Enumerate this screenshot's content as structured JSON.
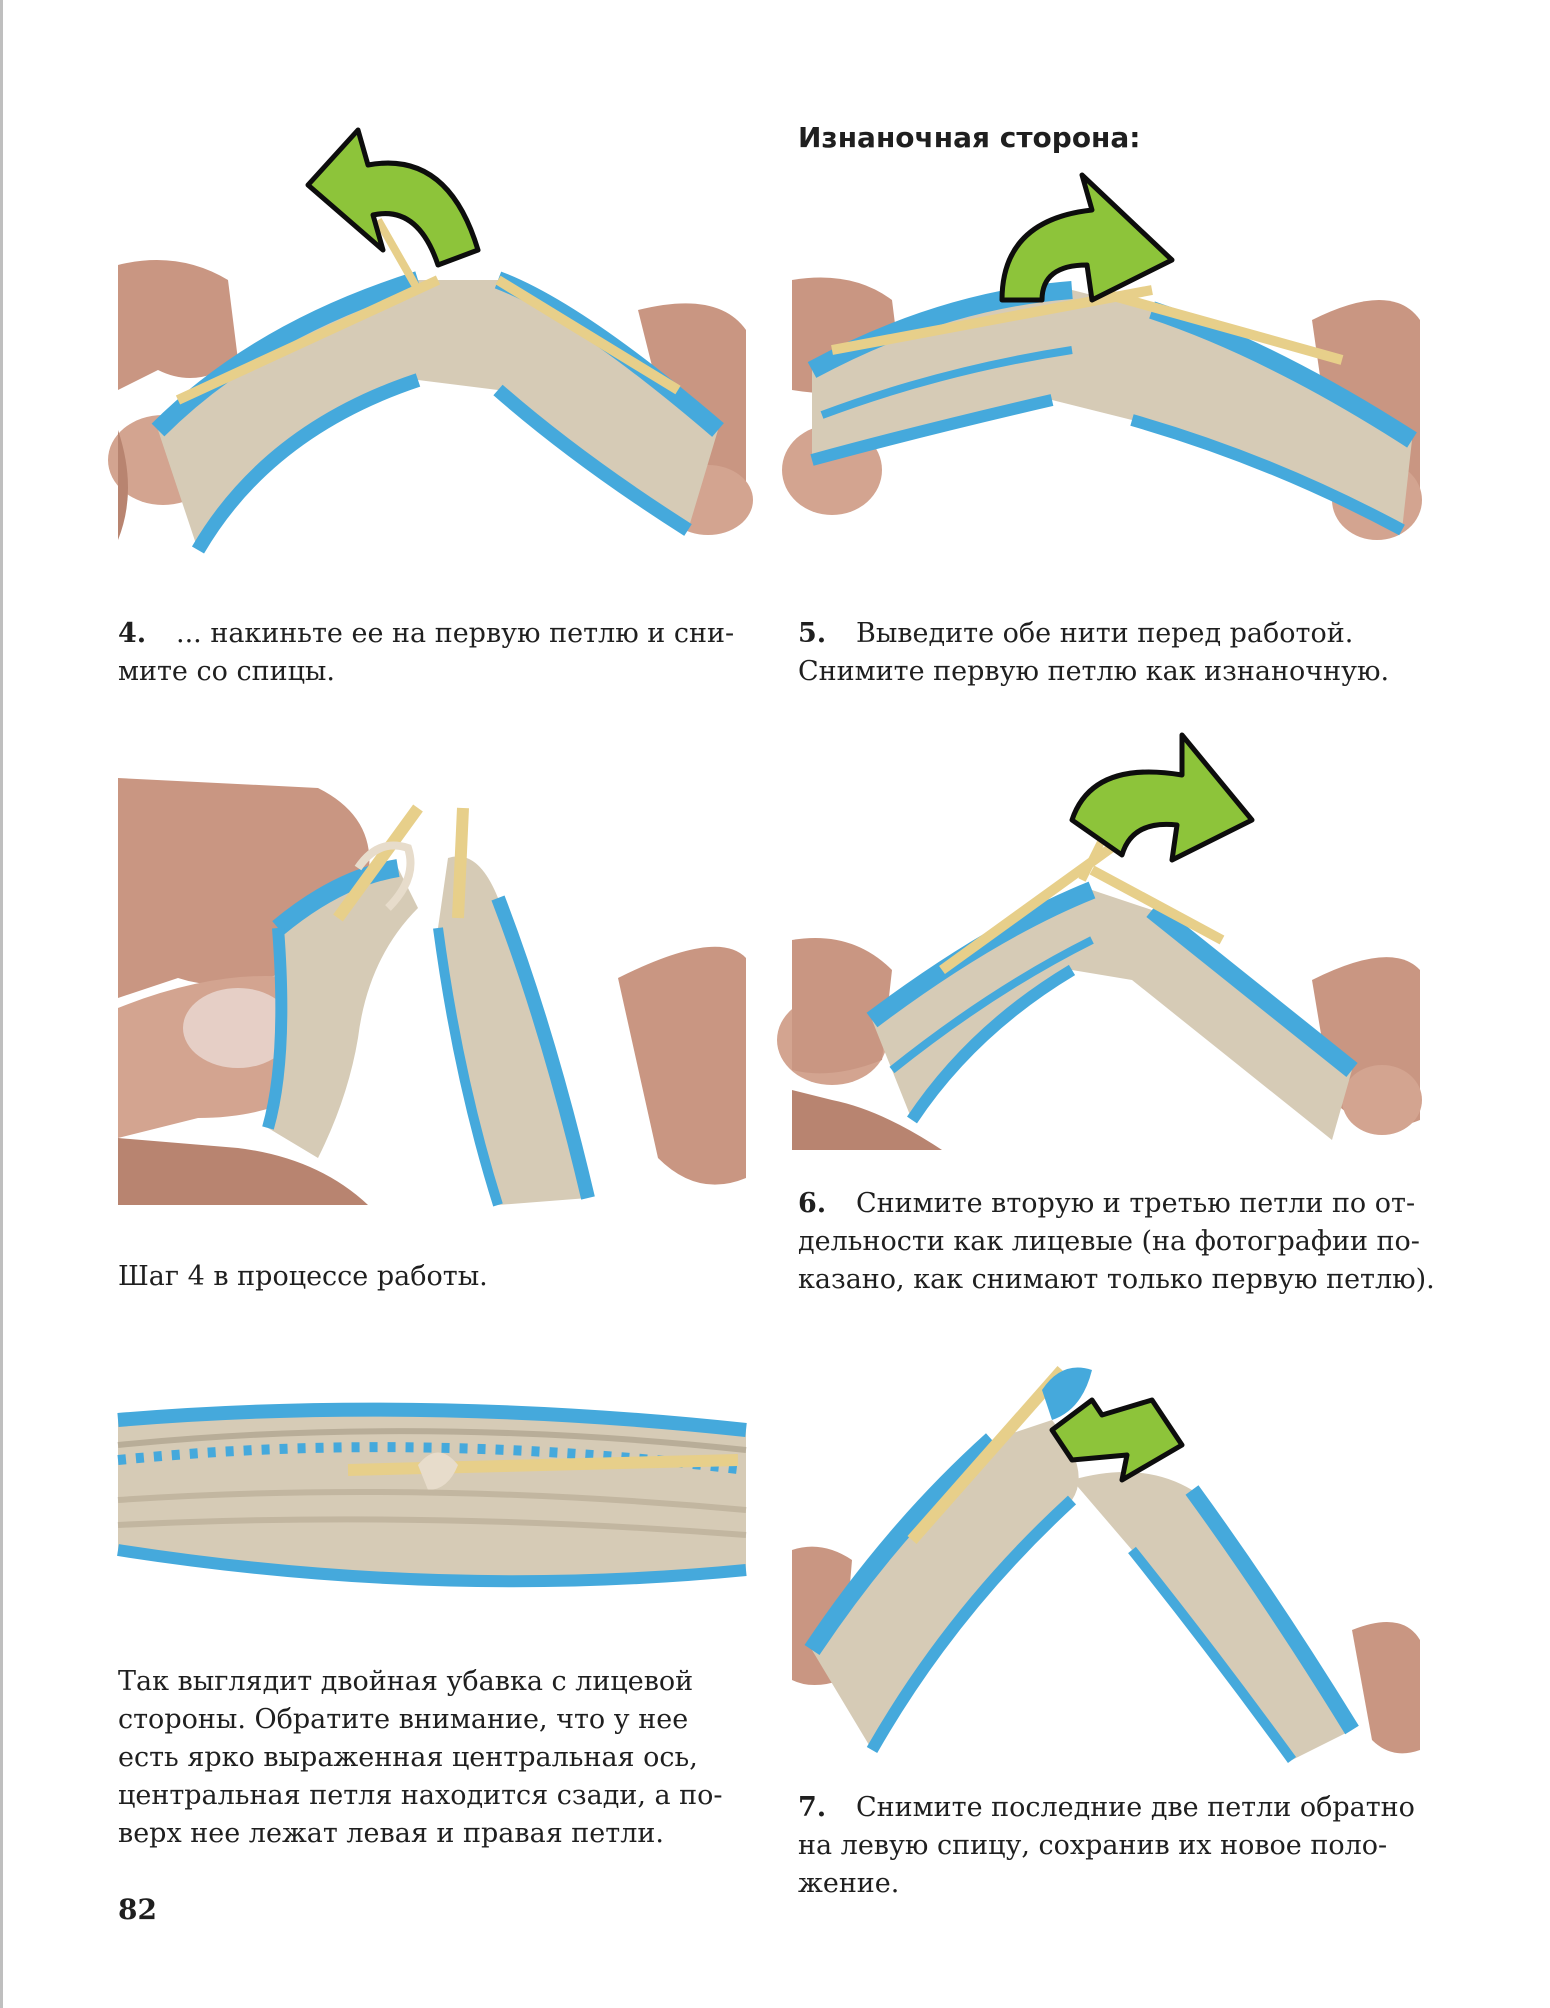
{
  "page": {
    "heading": "Изнаночная сторона:",
    "page_number": "82"
  },
  "colors": {
    "arrow_fill": "#8dc43a",
    "arrow_stroke": "#0d0d0d",
    "yarn_blue": "#45a9dc",
    "yarn_beige": "#d6cbb6",
    "needle": "#e7cf8a",
    "skin": "#c99682"
  },
  "steps": [
    {
      "num": "4.",
      "lines": [
        "... накиньте ее на первую петлю и сни-",
        "мите со спицы."
      ]
    },
    {
      "num": "5.",
      "lines": [
        "Выведите обе нити перед работой.",
        "Снимите первую петлю как изнаночную."
      ]
    },
    {
      "num": "6.",
      "lines": [
        "Снимите вторую и третью петли по от-",
        "дельности как лицевые (на фотографии по-",
        "казано, как снимают только первую петлю)."
      ]
    },
    {
      "num": "7.",
      "lines": [
        "Снимите последние две петли обратно",
        "на левую спицу, сохранив их новое поло-",
        "жение."
      ]
    }
  ],
  "notes": {
    "in_progress": "Шаг 4 в процессе работы.",
    "result": [
      "Так выглядит двойная убавка с лицевой",
      "стороны. Обратите внимание, что у нее",
      "есть ярко выраженная центральная ось,",
      "центральная петля находится сзади, а по-",
      "верх нее лежат левая и правая петли."
    ]
  },
  "photos": {
    "step4": {
      "arrow": "arrow-left-curved-icon"
    },
    "step5": {
      "arrow": "arrow-right-curved-icon"
    },
    "step4_in_progress": {
      "arrow": ""
    },
    "step6": {
      "arrow": "arrow-right-curved-icon"
    },
    "result": {
      "arrow": ""
    },
    "step7": {
      "arrow": "arrow-right-icon"
    }
  }
}
